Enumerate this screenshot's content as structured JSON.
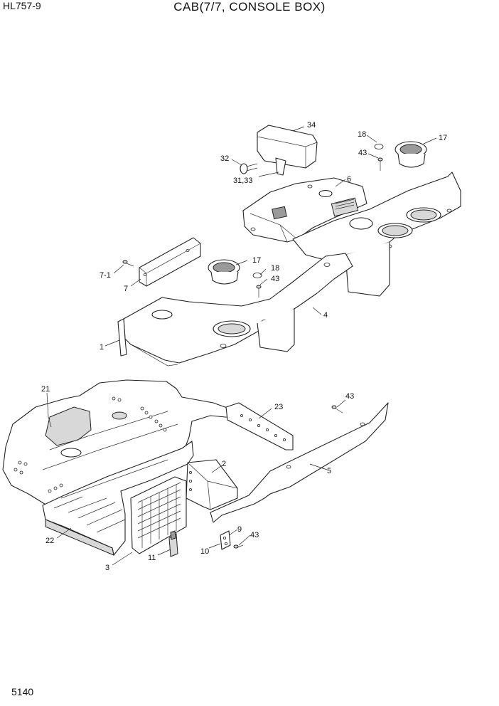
{
  "header": {
    "model": "HL757-9",
    "title": "CAB(7/7, CONSOLE BOX)"
  },
  "footer": {
    "page_number": "5140"
  },
  "callouts": [
    {
      "id": "c34",
      "text": "34"
    },
    {
      "id": "c18a",
      "text": "18"
    },
    {
      "id": "c17a",
      "text": "17"
    },
    {
      "id": "c43a",
      "text": "43"
    },
    {
      "id": "c32",
      "text": "32"
    },
    {
      "id": "c3133",
      "text": "31,33"
    },
    {
      "id": "c6",
      "text": "6"
    },
    {
      "id": "c17b",
      "text": "17"
    },
    {
      "id": "c71",
      "text": "7-1"
    },
    {
      "id": "c18b",
      "text": "18"
    },
    {
      "id": "c43b",
      "text": "43"
    },
    {
      "id": "c7",
      "text": "7"
    },
    {
      "id": "c4",
      "text": "4"
    },
    {
      "id": "c1",
      "text": "1"
    },
    {
      "id": "c21",
      "text": "21"
    },
    {
      "id": "c43c",
      "text": "43"
    },
    {
      "id": "c23",
      "text": "23"
    },
    {
      "id": "c2",
      "text": "2"
    },
    {
      "id": "c5",
      "text": "5"
    },
    {
      "id": "c9",
      "text": "9"
    },
    {
      "id": "c43d",
      "text": "43"
    },
    {
      "id": "c10",
      "text": "10"
    },
    {
      "id": "c22",
      "text": "22"
    },
    {
      "id": "c11",
      "text": "11"
    },
    {
      "id": "c3",
      "text": "3"
    }
  ]
}
